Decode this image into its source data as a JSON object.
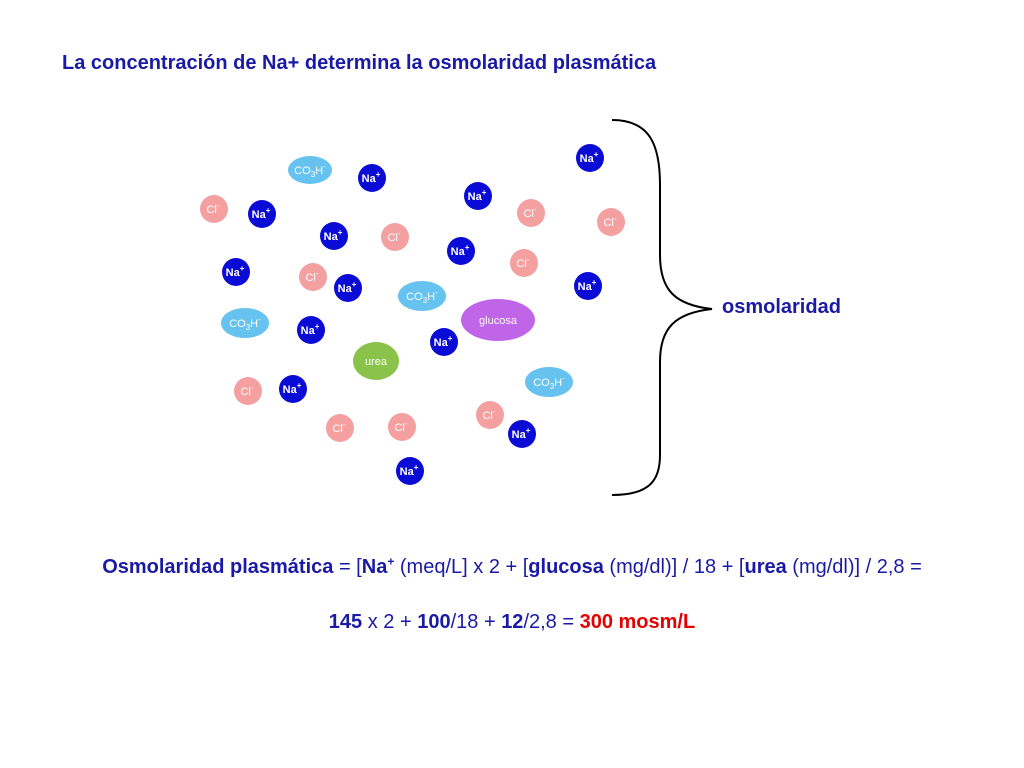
{
  "title": "La concentración de Na+ determina la osmolaridad plasmática",
  "labels": {
    "na": "Na",
    "na_sup": "+",
    "cl": "Cl",
    "cl_sup": "-",
    "co3": "CO",
    "co3_sub": "3",
    "co3_h": "H",
    "co3_sup": "-",
    "glucosa": "glucosa",
    "urea": "urea"
  },
  "colors": {
    "na": "#0b0bd6",
    "cl": "#f4a0a0",
    "co3": "#66c2ee",
    "glucosa": "#c064e8",
    "urea": "#8bc34a",
    "title": "#1a1aa6",
    "result": "#e60000"
  },
  "brace_label": "osmolaridad",
  "formula": {
    "line1": {
      "lead": "Osmolaridad plasmática",
      "eq": " = [",
      "na": "Na",
      "na_sup": "+",
      "na_unit": " (meq/L] x 2 + [",
      "glucosa": "glucosa",
      "glucosa_unit": " (mg/dl)] / 18 + [",
      "urea": "urea",
      "urea_unit": " (mg/dl)] / 2,8 ="
    },
    "line2": {
      "a": "145",
      "a_op": " x 2 + ",
      "b": "100",
      "b_op": "/18 + ",
      "c": "12",
      "c_op": "/2,8 = ",
      "result": "300 mosm/L"
    }
  }
}
